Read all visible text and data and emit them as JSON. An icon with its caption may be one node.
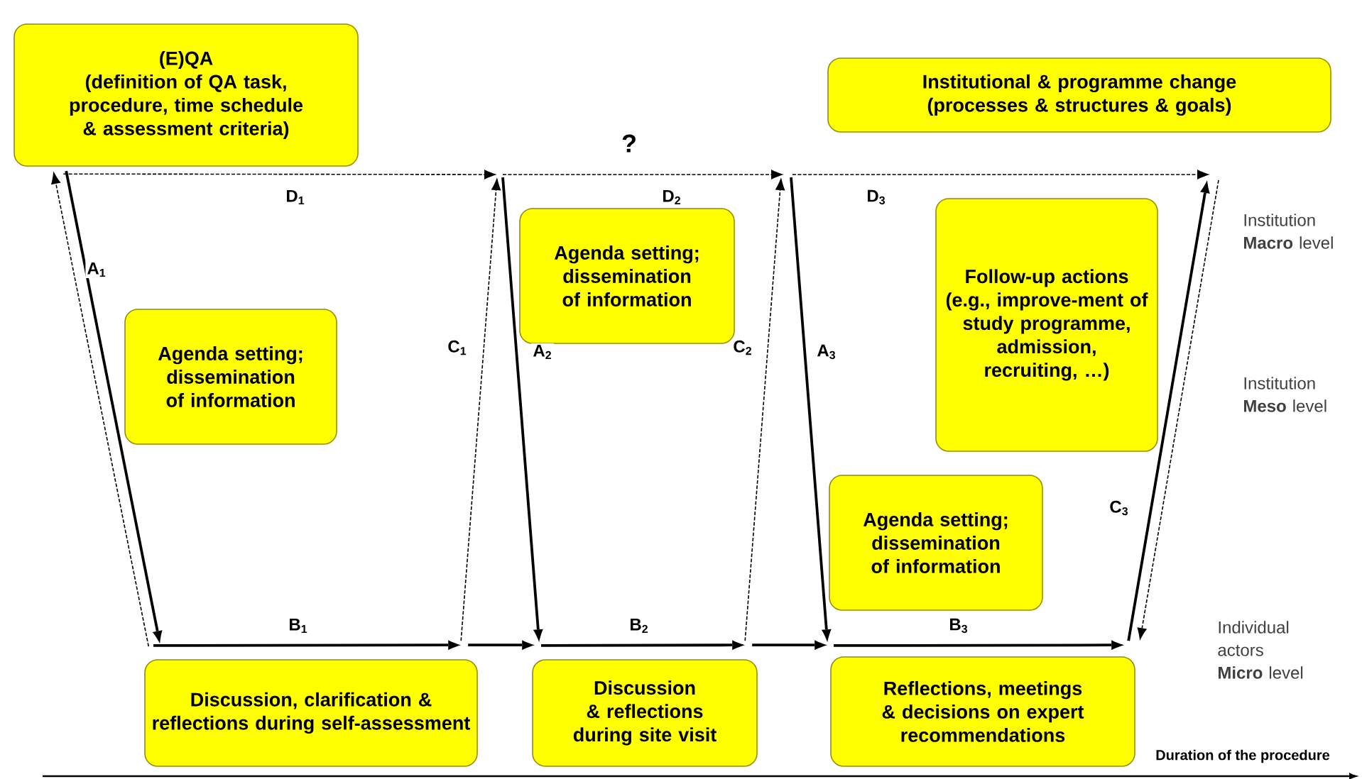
{
  "diagram": {
    "nodes": [
      {
        "text": [
          "(E)QA",
          "(definition of QA task, procedure, time schedule & assessment criteria)"
        ]
      },
      {
        "text": [
          "Institutional & programme change (processes & structures & goals)"
        ]
      },
      {
        "text": [
          "Agenda setting; dissemination of information"
        ]
      },
      {
        "text": [
          "Follow-up actions (e.g., improve-ment of study programme, admission, recruiting, …)"
        ]
      },
      {
        "text": [
          "Agenda setting; dissemination of information"
        ]
      },
      {
        "text": [
          "Agenda setting; dissemination of information"
        ]
      },
      {
        "text": [
          "Discussion, clarification & reflections during self-assessment"
        ]
      },
      {
        "text": [
          "Discussion & reflections during site visit"
        ]
      },
      {
        "text": [
          "Reflections, meetings & decisions on expert recommendations"
        ]
      }
    ],
    "edges": [
      {
        "from": 0,
        "to": null,
        "arrow": "to",
        "label": "D$_{1}$",
        "style": "dashed"
      },
      {
        "from": 0,
        "to": 6,
        "arrow": "to",
        "label": "A$_{1}$"
      },
      {
        "from": 6,
        "to": 0,
        "arrow": "to",
        "style": "dashed"
      },
      {
        "from": null,
        "to": 6,
        "arrow": "to",
        "label": "B$_{1}$"
      },
      {
        "from": 6,
        "to": 7,
        "arrow": "to"
      },
      {
        "from": null,
        "to": 7,
        "arrow": "to",
        "label": "B$_{2}$"
      },
      {
        "from": 7,
        "to": 8,
        "arrow": "to"
      },
      {
        "from": null,
        "to": 8,
        "arrow": "to",
        "label": "B$_{3}$"
      },
      {
        "from": 6,
        "to": null,
        "arrow": "to",
        "label": "C$_{1}$",
        "style": "dashed"
      },
      {
        "from": null,
        "to": 7,
        "arrow": "to",
        "label": "A$_{2}$"
      },
      {
        "from": 7,
        "to": null,
        "arrow": "to",
        "label": "C$_{2}$",
        "style": "dashed"
      },
      {
        "from": null,
        "to": 8,
        "arrow": "to",
        "label": "A$_{3}$"
      },
      {
        "from": 8,
        "to": null,
        "arrow": "to",
        "label": "C$_{3}$"
      },
      {
        "from": null,
        "to": 8,
        "arrow": "to",
        "style": "dashed"
      }
    ],
    "labels": [
      "?",
      "D$_{2}$",
      "D$_{3}$",
      "Institution **Macro** level",
      "Institution **Meso** level",
      "Individual actors **Micro** level",
      "Duration of the procedure"
    ]
  }
}
